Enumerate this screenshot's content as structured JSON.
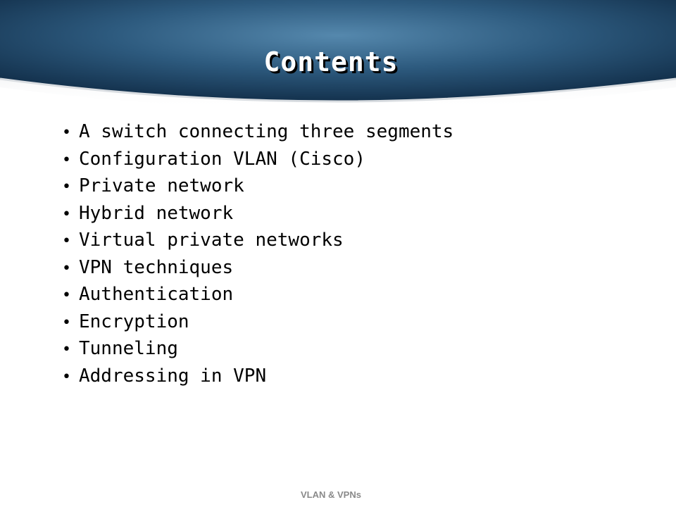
{
  "slide": {
    "title": "Contents",
    "bullet_symbol": "•",
    "items": [
      "A switch connecting three segments",
      "Configuration VLAN (Cisco)",
      "Private network",
      "Hybrid network",
      "Virtual private networks",
      "VPN techniques",
      "Authentication",
      "Encryption",
      "Tunneling",
      "Addressing in VPN"
    ],
    "footer": "VLAN & VPNs"
  },
  "colors": {
    "header_dark": "#0d2a45",
    "header_light": "#3e6f92",
    "title_text": "#ffffff",
    "body_text": "#000000",
    "footer_text": "#8a8a8a"
  }
}
